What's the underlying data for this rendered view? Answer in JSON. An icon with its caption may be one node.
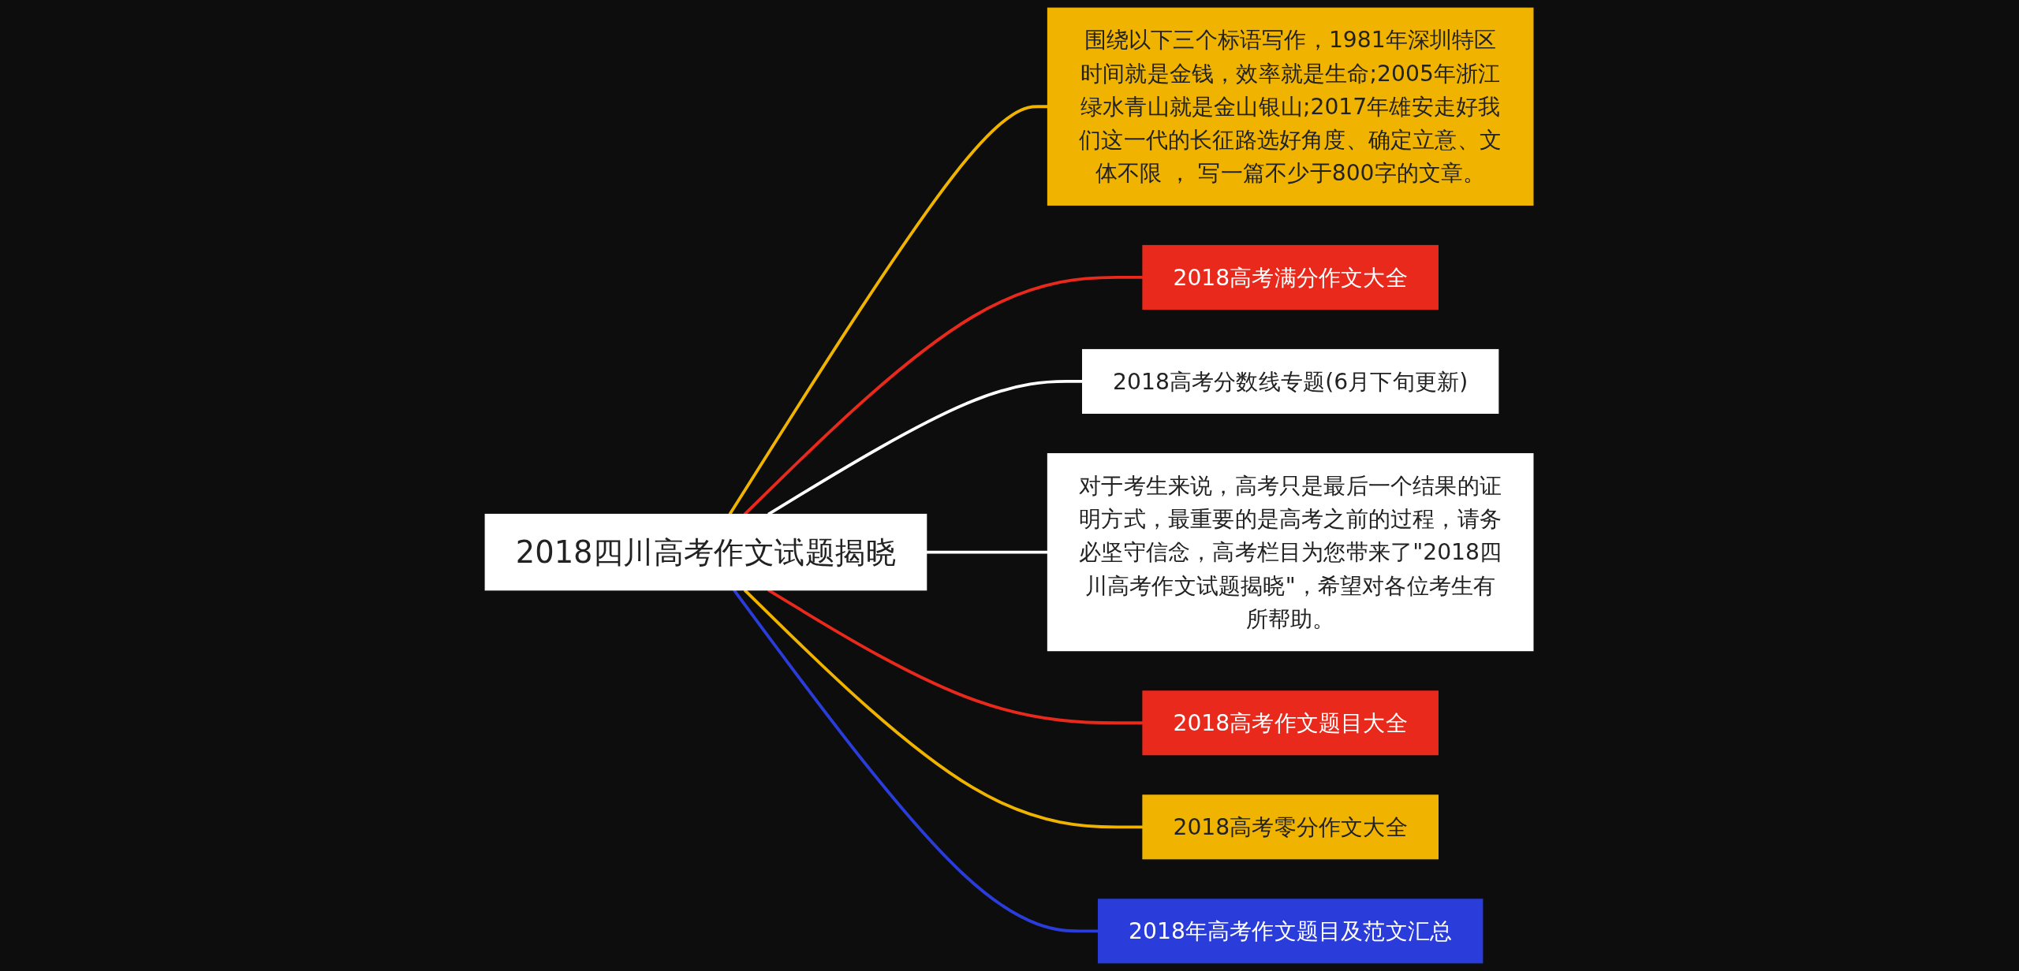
{
  "diagram": {
    "nodes": [
      {
        "text": [
          "2018四川高考作文试题揭晓"
        ]
      },
      {
        "text": [
          "围绕以下三个标语写作，1981年深圳特区时间就是金钱，效率就是生命;2005年浙江绿水青山就是金山银山;2017年雄安走好我们这一代的长征路选好角度、确定立意、文体不限 ， 写一篇不少于800字的文章。"
        ]
      },
      {
        "text": [
          "2018高考满分作文大全"
        ]
      },
      {
        "text": [
          "2018高考分数线专题(6月下旬更新)"
        ]
      },
      {
        "text": [
          "对于考生来说，高考只是最后一个结果的证明方式，最重要的是高考之前的过程，请务必坚守信念，高考栏目为您带来了\"2018四川高考作文试题揭晓\"，希望对各位考生有所帮助。"
        ]
      },
      {
        "text": [
          "2018高考作文题目大全"
        ]
      },
      {
        "text": [
          "2018高考零分作文大全"
        ]
      },
      {
        "text": [
          "2018年高考作文题目及范文汇总"
        ]
      }
    ],
    "edges": [
      {
        "from": 0,
        "to": 1,
        "arrow": "none",
        "color": "#f0b400"
      },
      {
        "from": 0,
        "to": 2,
        "arrow": "none",
        "color": "#e8291c"
      },
      {
        "from": 0,
        "to": 3,
        "arrow": "none",
        "color": "#ffffff"
      },
      {
        "from": 0,
        "to": 4,
        "arrow": "none",
        "color": "#ffffff"
      },
      {
        "from": 0,
        "to": 5,
        "arrow": "none",
        "color": "#e8291c"
      },
      {
        "from": 0,
        "to": 6,
        "arrow": "none",
        "color": "#f0b400"
      },
      {
        "from": 0,
        "to": 7,
        "arrow": "none",
        "color": "#2a3ddb"
      }
    ]
  }
}
